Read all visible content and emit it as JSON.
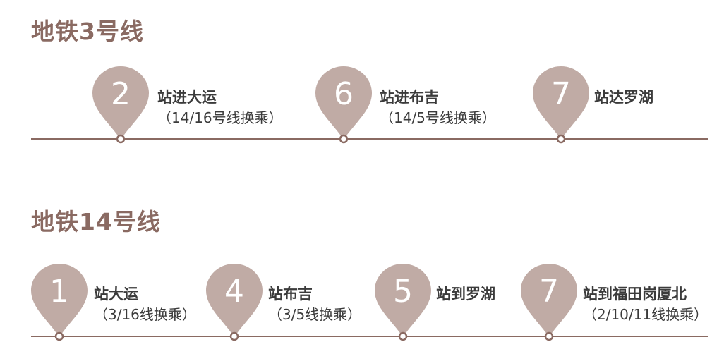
{
  "colors": {
    "pin": "#c0aba5",
    "line": "#8a6a62",
    "title": "#8a6a62",
    "text": "#3b3b3b"
  },
  "lines": [
    {
      "title": "地铁3号线",
      "stations": [
        {
          "number": "2",
          "name": "站进大运",
          "transfer": "（14/16号线换乘）"
        },
        {
          "number": "6",
          "name": "站进布吉",
          "transfer": "（14/5号线换乘）"
        },
        {
          "number": "7",
          "name": "站达罗湖",
          "transfer": ""
        }
      ]
    },
    {
      "title": "地铁14号线",
      "stations": [
        {
          "number": "1",
          "name": "站大运",
          "transfer": "（3/16线换乘）"
        },
        {
          "number": "4",
          "name": "站布吉",
          "transfer": "（3/5线换乘）"
        },
        {
          "number": "5",
          "name": "站到罗湖",
          "transfer": ""
        },
        {
          "number": "7",
          "name": "站到福田岗厦北",
          "transfer": "（2/10/11线换乘）"
        }
      ]
    }
  ]
}
